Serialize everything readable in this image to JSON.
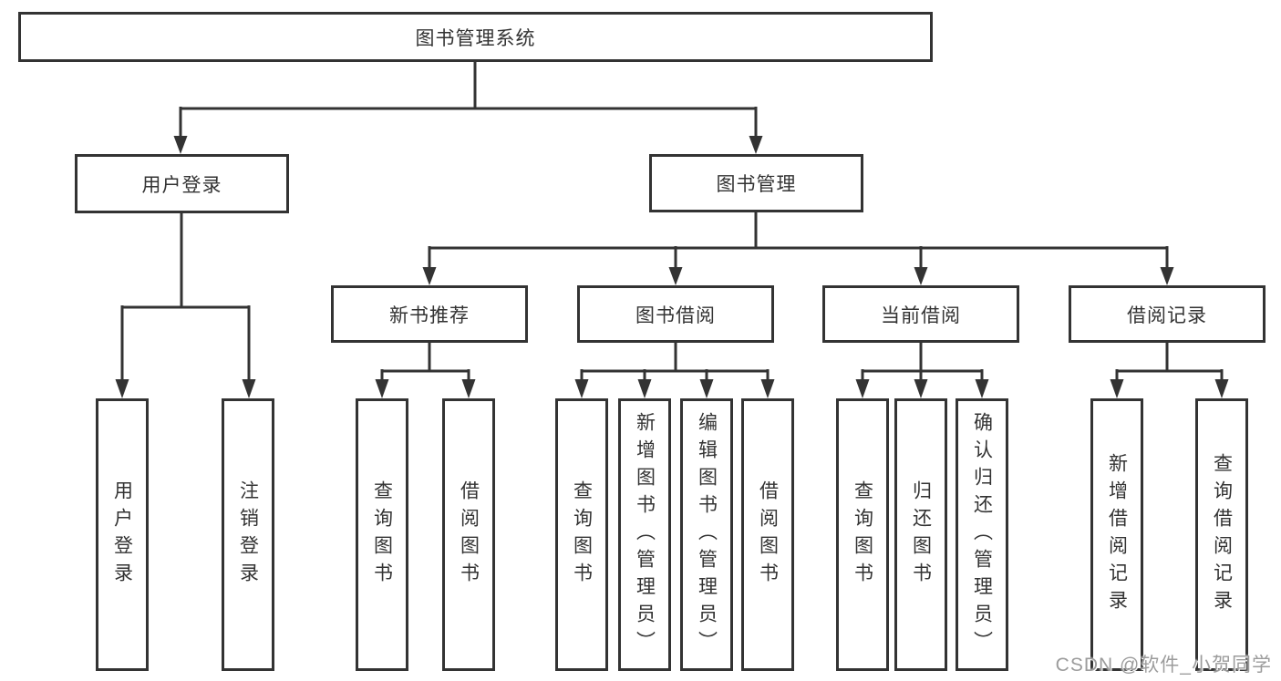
{
  "diagram": {
    "type": "hierarchy-flowchart",
    "colors": {
      "line": "#333333",
      "text": "#333333",
      "background": "#ffffff",
      "watermark": "#9c9c9c"
    },
    "tree": {
      "root": {
        "label": "图书管理系统"
      },
      "user_login": {
        "label": "用户登录",
        "children": [
          {
            "label": "用户登录"
          },
          {
            "label": "注销登录"
          }
        ]
      },
      "book_mgmt": {
        "label": "图书管理",
        "sections": [
          {
            "label": "新书推荐",
            "children": [
              {
                "label": "查询图书"
              },
              {
                "label": "借阅图书"
              }
            ]
          },
          {
            "label": "图书借阅",
            "children": [
              {
                "label": "查询图书"
              },
              {
                "label": "新增图书（管理员）"
              },
              {
                "label": "编辑图书（管理员）"
              },
              {
                "label": "借阅图书"
              }
            ]
          },
          {
            "label": "当前借阅",
            "children": [
              {
                "label": "查询图书"
              },
              {
                "label": "归还图书"
              },
              {
                "label": "确认归还（管理员）"
              }
            ]
          },
          {
            "label": "借阅记录",
            "children": [
              {
                "label": "新增借阅记录"
              },
              {
                "label": "查询借阅记录"
              }
            ]
          }
        ]
      }
    },
    "watermark": {
      "text": "CSDN @软件_小贺同学"
    }
  }
}
